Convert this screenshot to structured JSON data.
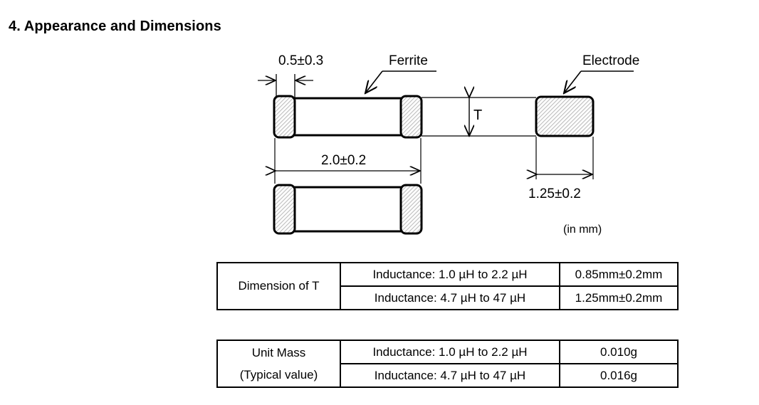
{
  "page": {
    "title": "4. Appearance and Dimensions",
    "units_note": "(in mm)"
  },
  "drawing": {
    "labels": {
      "electrode_gap": "0.5±0.3",
      "length": "2.0±0.2",
      "width": "1.25±0.2",
      "thickness": "T",
      "ferrite": "Ferrite",
      "electrode": "Electrode"
    },
    "colors": {
      "outline": "#000000",
      "hatch": "#d9d9d9",
      "body_fill": "#ffffff",
      "dimension_line": "#000000"
    }
  },
  "tables": [
    {
      "id": "dimension-of-t",
      "row_header": "Dimension of T",
      "rows": [
        {
          "condition": "Inductance: 1.0 µH to 2.2 µH",
          "value": "0.85mm±0.2mm"
        },
        {
          "condition": "Inductance: 4.7 µH to 47 µH",
          "value": "1.25mm±0.2mm"
        }
      ]
    },
    {
      "id": "unit-mass",
      "row_header_line1": "Unit Mass",
      "row_header_line2": "(Typical value)",
      "rows": [
        {
          "condition": "Inductance: 1.0 µH to 2.2 µH",
          "value": "0.010g"
        },
        {
          "condition": "Inductance: 4.7 µH to 47 µH",
          "value": "0.016g"
        }
      ]
    }
  ]
}
